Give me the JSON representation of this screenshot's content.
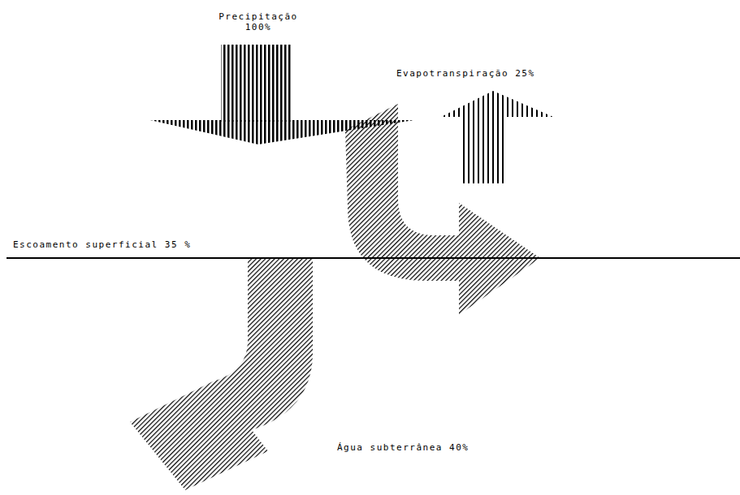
{
  "diagram": {
    "labels": [
      "Precipitação 100%",
      "Evapotranspiração 25%",
      "Escoamento superficial 35 %",
      "Água subterrânea 40%"
    ]
  }
}
